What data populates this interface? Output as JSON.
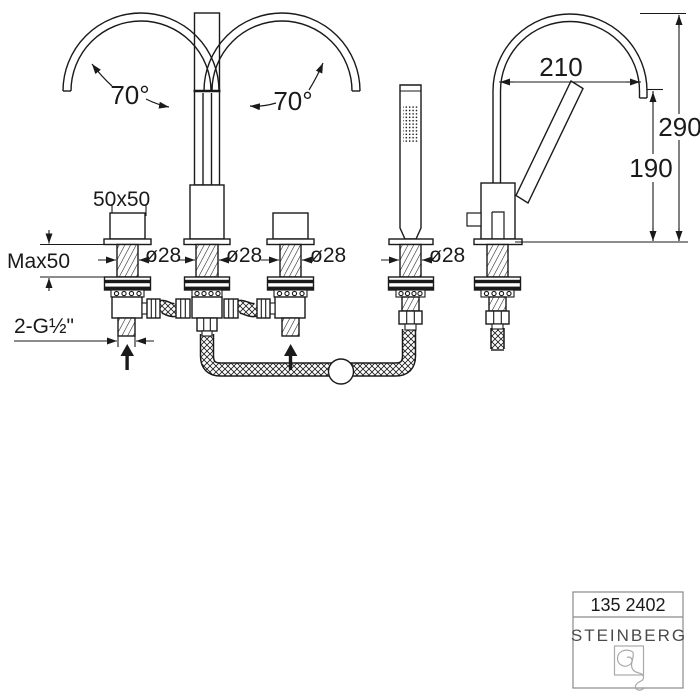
{
  "page": {
    "background": "#ffffff",
    "line_color": "#1a1a1a",
    "title_block_border": "#8a8a8a",
    "logo_color": "#a9a9a9"
  },
  "front_view": {
    "swivel_left_label": "70°",
    "swivel_right_label": "70°",
    "handle_size_label": "50x50",
    "max_mounting_thickness_label": "Max50",
    "shank_diameter_valve_left": "ø28",
    "shank_diameter_spout": "ø28",
    "shank_diameter_valve_right": "ø28",
    "shank_diameter_shower_holder": "ø28",
    "inlet_thread_label": "2-G½\""
  },
  "side_view": {
    "spout_reach_label": "210",
    "total_height_label": "290",
    "spout_height_label": "190"
  },
  "title_block": {
    "article_number": "135 2402",
    "brand": "STEINBERG"
  }
}
